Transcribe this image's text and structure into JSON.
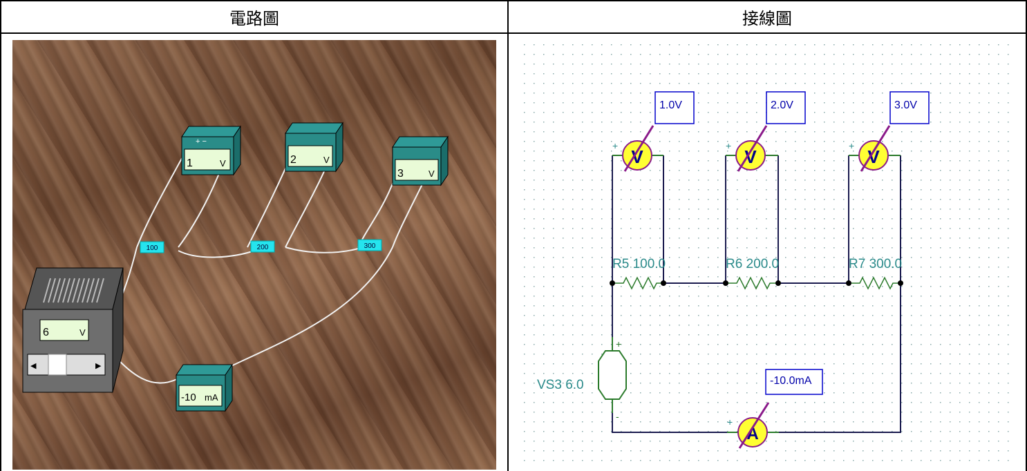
{
  "headers": {
    "left": "電路圖",
    "right": "接線圖"
  },
  "breadboard": {
    "meters": [
      {
        "value": "1",
        "unit": "V"
      },
      {
        "value": "2",
        "unit": "V"
      },
      {
        "value": "3",
        "unit": "V"
      }
    ],
    "ammeter": {
      "value": "-10",
      "unit": "mA"
    },
    "resistors": [
      "100",
      "200",
      "300"
    ],
    "power_supply": {
      "value": "6",
      "unit": "V"
    }
  },
  "schematic": {
    "voltmeter_readings": [
      "1.0V",
      "2.0V",
      "3.0V"
    ],
    "resistor_labels": [
      "R5 100.0",
      "R6 200.0",
      "R7 300.0"
    ],
    "source_label": "VS3 6.0",
    "ammeter_reading": "-10.0mA",
    "meter_symbol_v": "V",
    "meter_symbol_a": "A",
    "plus_sign": "+",
    "minus_sign": "-"
  }
}
